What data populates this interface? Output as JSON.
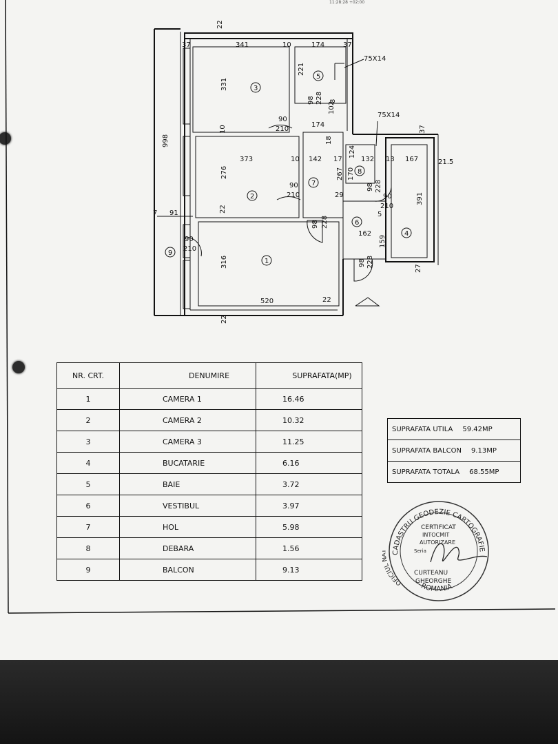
{
  "header_timestamp": "11:28:28 +02:00",
  "plan": {
    "dims": {
      "top_wall": "22",
      "left_total": "998",
      "t37a": "37",
      "t341": "341",
      "t10a": "10",
      "t174a": "174",
      "t37b": "37",
      "window_label": "75X14",
      "window_label2": "75X14",
      "t331": "331",
      "t221": "221",
      "bath_98": "98",
      "bath_228": "228",
      "t8": "8",
      "t102": "102",
      "d90a": "90",
      "d210a": "210",
      "t174b": "174",
      "t10b": "10",
      "t18": "18",
      "t37c": "37",
      "t373": "373",
      "t10c": "10",
      "t142": "142",
      "t17": "17",
      "t124": "124",
      "t132": "132",
      "t13": "13",
      "t167": "167",
      "t215": "21.5",
      "t276": "276",
      "d90b": "90",
      "d210b": "210",
      "t267": "267",
      "t170": "170",
      "d98b": "98",
      "d228b": "228",
      "t29": "29",
      "d90c": "90",
      "d210c": "210",
      "t391": "391",
      "t7": "7",
      "t91": "91",
      "t22b": "22",
      "d98c": "98",
      "d228c": "228",
      "t162": "162",
      "t5": "5",
      "d90d": "90",
      "d210d": "210",
      "t159": "159",
      "t316": "316",
      "d98d": "98",
      "d228d": "228",
      "t27": "27",
      "t520": "520",
      "t22c": "22",
      "t22d": "22"
    },
    "room_numbers": {
      "r1": "1",
      "r2": "2",
      "r3": "3",
      "r4": "4",
      "r5": "5",
      "r6": "6",
      "r7": "7",
      "r8": "8",
      "r9": "9"
    }
  },
  "table": {
    "headers": [
      "NR. CRT.",
      "DENUMIRE",
      "SUPRAFATA(MP)"
    ],
    "rows": [
      {
        "nr": "1",
        "name": "CAMERA 1",
        "area": "16.46"
      },
      {
        "nr": "2",
        "name": "CAMERA 2",
        "area": "10.32"
      },
      {
        "nr": "3",
        "name": "CAMERA 3",
        "area": "11.25"
      },
      {
        "nr": "4",
        "name": "BUCATARIE",
        "area": "6.16"
      },
      {
        "nr": "5",
        "name": "BAIE",
        "area": "3.72"
      },
      {
        "nr": "6",
        "name": "VESTIBUL",
        "area": "3.97"
      },
      {
        "nr": "7",
        "name": "HOL",
        "area": "5.98"
      },
      {
        "nr": "8",
        "name": "DEBARA",
        "area": "1.56"
      },
      {
        "nr": "9",
        "name": "BALCON",
        "area": "9.13"
      }
    ]
  },
  "totals": [
    {
      "label": "SUPRAFATA UTILA",
      "value": "59.42MP"
    },
    {
      "label": "SUPRAFATA BALCON",
      "value": "9.13MP"
    },
    {
      "label": "SUPRAFATA TOTALA",
      "value": "68.55MP"
    }
  ],
  "stamp": {
    "ring_text": "CADASTRU GEODEZIE CARTOGRAFIE",
    "ring_bottom": "ROMANIA",
    "ring_left": "OFICIUL NAT",
    "line1": "CERTIFICAT",
    "line2": "INTOCMIT",
    "line3": "AUTORIZARE",
    "line4": "Seria",
    "line5": "CURTEANU",
    "line6": "GHEORGHE"
  }
}
